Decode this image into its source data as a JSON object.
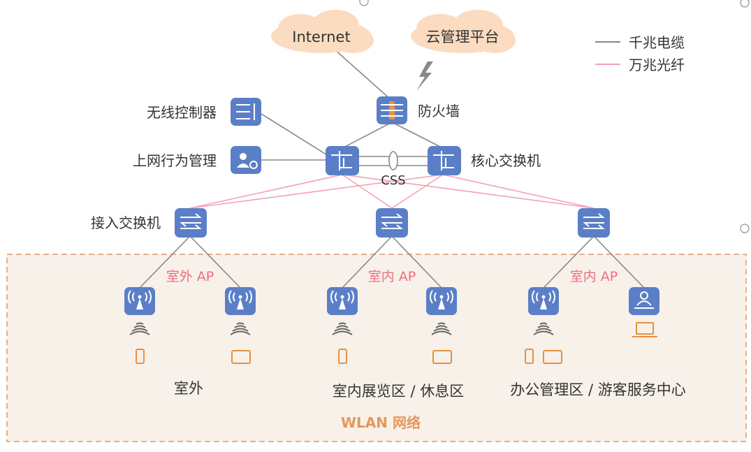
{
  "clouds": {
    "internet": "Internet",
    "cloud_mgmt": "云管理平台"
  },
  "legend": {
    "gigabit": "千兆电缆",
    "tengig": "万兆光纤",
    "gigabit_color": "#888888",
    "tengig_color": "#f2a3b3"
  },
  "devices": {
    "wireless_controller": "无线控制器",
    "firewall": "防火墙",
    "behavior_mgmt": "上网行为管理",
    "core_switch": "核心交换机",
    "css": "CSS",
    "access_switch": "接入交换机"
  },
  "ap_groups": {
    "outdoor": "室外 AP",
    "indoor1": "室内 AP",
    "indoor2": "室内 AP"
  },
  "zones": {
    "outdoor": "室外",
    "exhibit": "室内展览区 / 休息区",
    "office": "办公管理区 / 游客服务中心"
  },
  "network": {
    "wlan": "WLAN 网络"
  },
  "colors": {
    "device_blue": "#5b7fc7",
    "cloud_fill": "#fbdcc0",
    "zone_fill": "#f8f1ea",
    "zone_border": "#e6b088",
    "ap_label": "#ee6e7e",
    "terminal_orange": "#e8903f"
  }
}
